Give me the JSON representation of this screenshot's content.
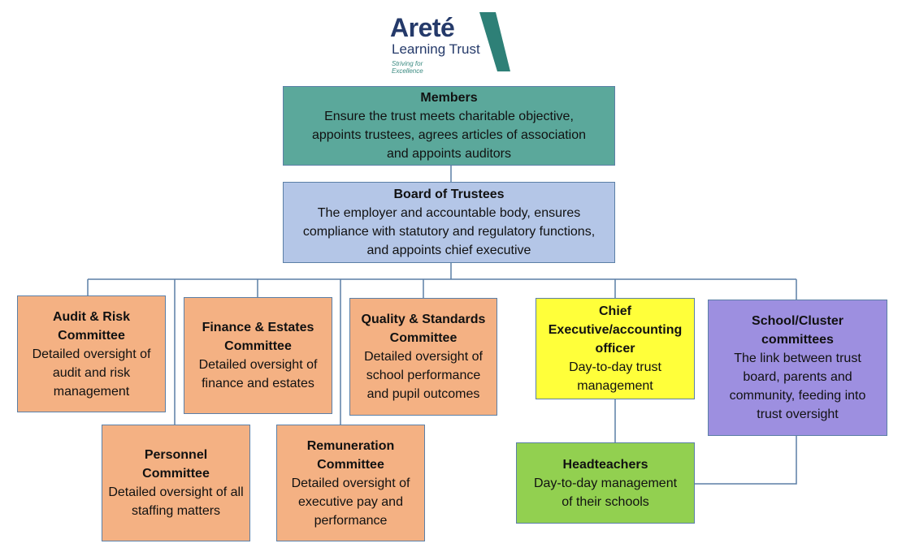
{
  "logo": {
    "name": "Areté",
    "subtitle": "Learning Trust",
    "tagline": "Striving for Excellence",
    "mark_color": "#2e8077",
    "text_color": "#253a6a"
  },
  "colors": {
    "members": "#5ba89b",
    "board": "#b4c6e7",
    "committee": "#f4b183",
    "chief_executive": "#ffff3a",
    "school_cluster": "#9d8fe0",
    "headteachers": "#92d050",
    "connector": "#5b7fa6"
  },
  "members": {
    "title": "Members",
    "description": "Ensure the trust meets charitable objective, appoints trustees, agrees articles of association and appoints auditors"
  },
  "board": {
    "title": "Board of Trustees",
    "description": "The employer and accountable body, ensures compliance with statutory and regulatory functions, and appoints chief executive"
  },
  "committees": {
    "audit": {
      "title": "Audit & Risk Committee",
      "description": "Detailed oversight of audit and risk management"
    },
    "finance": {
      "title": "Finance & Estates Committee",
      "description": "Detailed oversight of finance and estates"
    },
    "quality": {
      "title": "Quality & Standards Committee",
      "description": "Detailed oversight of school performance and pupil outcomes"
    },
    "personnel": {
      "title": "Personnel Committee",
      "description": "Detailed oversight of all staffing matters"
    },
    "remuneration": {
      "title": "Remuneration Committee",
      "description": "Detailed oversight of executive pay and performance"
    }
  },
  "chief_executive": {
    "title": "Chief Executive/accounting officer",
    "description": "Day-to-day trust management"
  },
  "school_cluster": {
    "title": "School/Cluster committees",
    "description": "The link between trust board, parents and community, feeding into trust oversight"
  },
  "headteachers": {
    "title": "Headteachers",
    "description": "Day-to-day management of their schools"
  }
}
